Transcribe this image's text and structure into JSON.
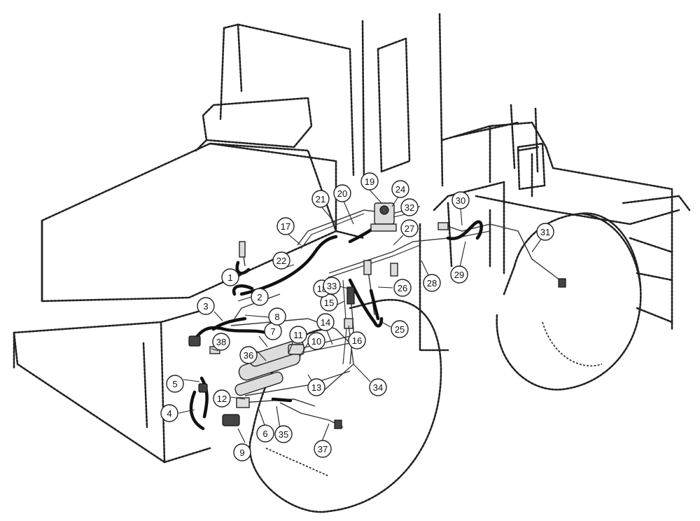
{
  "callouts": [
    {
      "id": "c1",
      "label": "1"
    },
    {
      "id": "c2",
      "label": "2"
    },
    {
      "id": "c3",
      "label": "3"
    },
    {
      "id": "c4",
      "label": "4"
    },
    {
      "id": "c5",
      "label": "5"
    },
    {
      "id": "c6",
      "label": "6"
    },
    {
      "id": "c7",
      "label": "7"
    },
    {
      "id": "c8",
      "label": "8"
    },
    {
      "id": "c9",
      "label": "9"
    },
    {
      "id": "c10",
      "label": "10"
    },
    {
      "id": "c11",
      "label": "11"
    },
    {
      "id": "c12",
      "label": "12"
    },
    {
      "id": "c13",
      "label": "13"
    },
    {
      "id": "c14",
      "label": "14"
    },
    {
      "id": "c15",
      "label": "15"
    },
    {
      "id": "c16",
      "label": "16"
    },
    {
      "id": "c17",
      "label": "17"
    },
    {
      "id": "c18",
      "label": "18"
    },
    {
      "id": "c19",
      "label": "19"
    },
    {
      "id": "c20",
      "label": "20"
    },
    {
      "id": "c21",
      "label": "21"
    },
    {
      "id": "c22",
      "label": "22"
    },
    {
      "id": "c24",
      "label": "24"
    },
    {
      "id": "c25",
      "label": "25"
    },
    {
      "id": "c26",
      "label": "26"
    },
    {
      "id": "c27",
      "label": "27"
    },
    {
      "id": "c28",
      "label": "28"
    },
    {
      "id": "c29",
      "label": "29"
    },
    {
      "id": "c30",
      "label": "30"
    },
    {
      "id": "c31",
      "label": "31"
    },
    {
      "id": "c32",
      "label": "32"
    },
    {
      "id": "c33",
      "label": "33"
    },
    {
      "id": "c34",
      "label": "34"
    },
    {
      "id": "c35",
      "label": "35"
    },
    {
      "id": "c36",
      "label": "36"
    },
    {
      "id": "c37",
      "label": "37"
    },
    {
      "id": "c38",
      "label": "38"
    }
  ]
}
